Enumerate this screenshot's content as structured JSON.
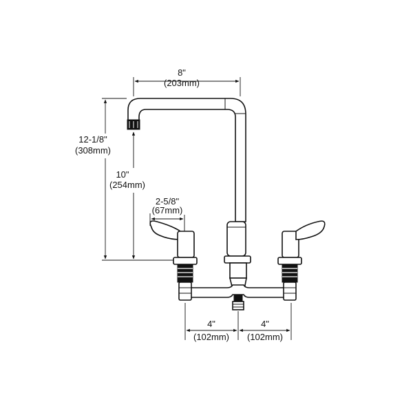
{
  "dimensions": {
    "spout_reach": {
      "imperial": "8\"",
      "metric": "(203mm)"
    },
    "overall_height": {
      "imperial": "12-1/8\"",
      "metric": "(308mm)"
    },
    "spout_height": {
      "imperial": "10\"",
      "metric": "(254mm)"
    },
    "handle_reach": {
      "imperial": "2-5/8\"",
      "metric": "(67mm)"
    },
    "left_spacing": {
      "imperial": "4\"",
      "metric": "(102mm)"
    },
    "right_spacing": {
      "imperial": "4\"",
      "metric": "(102mm)"
    }
  },
  "colors": {
    "line": "#111111",
    "background": "#ffffff"
  }
}
